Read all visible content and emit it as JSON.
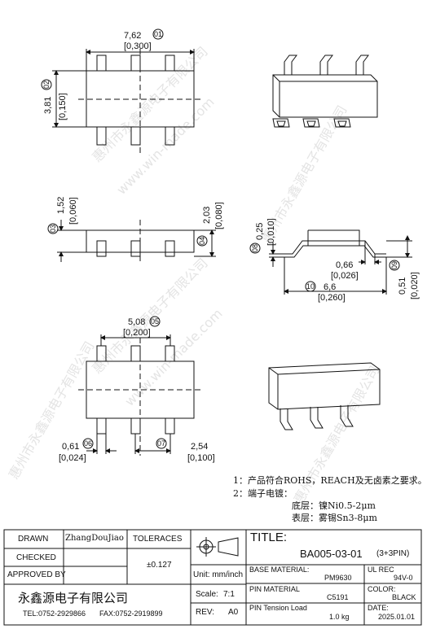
{
  "watermark": {
    "company": "惠州市永鑫源电子有限公司",
    "site": "www.win-made.com"
  },
  "dims": {
    "d01": {
      "mm": "7,62",
      "inch": "[0,300]",
      "tag": "01"
    },
    "d02": {
      "mm": "3,81",
      "inch": "[0,150]",
      "tag": "02"
    },
    "d03": {
      "mm": "1,52",
      "inch": "[0,060]",
      "tag": "03"
    },
    "d04": {
      "mm": "2,03",
      "inch": "[0,080]",
      "tag": "04"
    },
    "d05": {
      "mm": "5,08",
      "inch": "[0,200]",
      "tag": "05"
    },
    "d06": {
      "mm": "0,61",
      "inch": "[0,024]",
      "tag": "06"
    },
    "d07": {
      "mm": "2,54",
      "inch": "[0,100]",
      "tag": "07"
    },
    "d08": {
      "mm": "0,25",
      "inch": "[0,010]",
      "tag": "08"
    },
    "d09": {
      "mm": "0,66",
      "inch": "[0,026]",
      "tag": "09"
    },
    "d10": {
      "mm": "6,6",
      "inch": "[0,260]",
      "tag": "10"
    },
    "d11": {
      "mm": "0,51",
      "inch": "[0,020]"
    }
  },
  "notes": {
    "line1": "1：产品符合ROHS，REACH及无卤素之要求。",
    "line2": "2：端子电镀：",
    "line3": "底层：镍Ni0.5-2μm",
    "line4": "表层：雾锡Sn3-8μm"
  },
  "title_block": {
    "drawn_label": "DRAWN",
    "drawn_value": "ZhangDouJiao",
    "checked_label": "CHECKED",
    "approved_label": "APPROVED BY",
    "tolerances_label": "TOLERACES",
    "tolerance_value": "±0.127",
    "unit": "Unit: mm/inch",
    "scale_label": "Scale:",
    "scale_value": "7:1",
    "rev_label": "REV:",
    "rev_value": "A0",
    "title_label": "TITLE:",
    "part_no": "BA005-03-01",
    "pins": "(3+3PIN)",
    "base_material_label": "BASE MATERIAL:",
    "base_material_value": "PM9630",
    "ul_label": "UL REC",
    "ul_value": "94V-0",
    "pin_material_label": "PIN MATERIAL",
    "pin_material_value": "C5191",
    "color_label": "COLOR:",
    "color_value": "BLACK",
    "pin_tension_label": "PIN Tension Load",
    "pin_tension_value": "1.0 kg",
    "date_label": "DATE:",
    "date_value": "2025.01.01",
    "company": "永鑫源电子有限公司",
    "tel": "TEL:0752-2929866",
    "fax": "FAX:0752-2919899"
  }
}
